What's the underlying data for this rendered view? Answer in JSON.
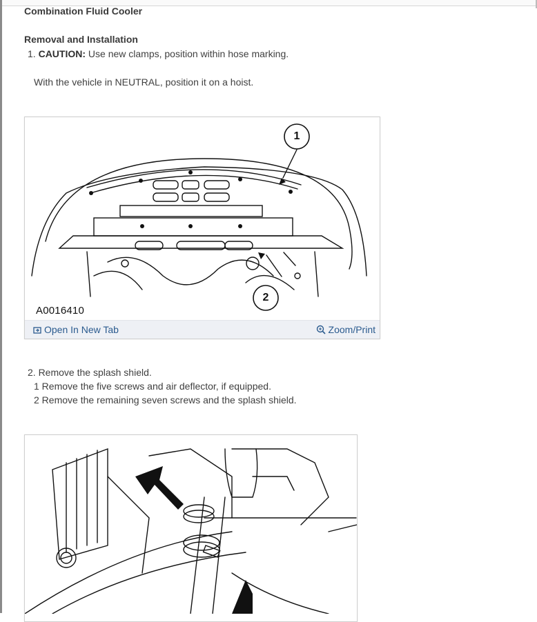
{
  "document": {
    "title": "Combination Fluid Cooler",
    "section_heading": "Removal and Installation"
  },
  "steps": {
    "step1_number": "1.",
    "step1_caution_label": "CAUTION:",
    "step1_caution_text": "Use new clamps, position within hose marking.",
    "step1_body": "With the vehicle in NEUTRAL, position it on a hoist.",
    "step2_text": "2. Remove the splash shield.",
    "step2_sub1": "1  Remove the five screws and air deflector, if equipped.",
    "step2_sub2": "2  Remove the remaining seven screws and the splash shield."
  },
  "figure1": {
    "code": "A0016410",
    "callout_1": "1",
    "callout_2": "2",
    "open_tab_label": "Open In New Tab",
    "zoom_label": "Zoom/Print",
    "open_icon": "open-in-tab-icon",
    "zoom_icon": "zoom-in-icon"
  },
  "figure2": {
    "subject": "hose clamps with arrows"
  },
  "colors": {
    "link": "#2a5a8e",
    "text": "#333333",
    "figure_bar": "#eef0f5"
  }
}
